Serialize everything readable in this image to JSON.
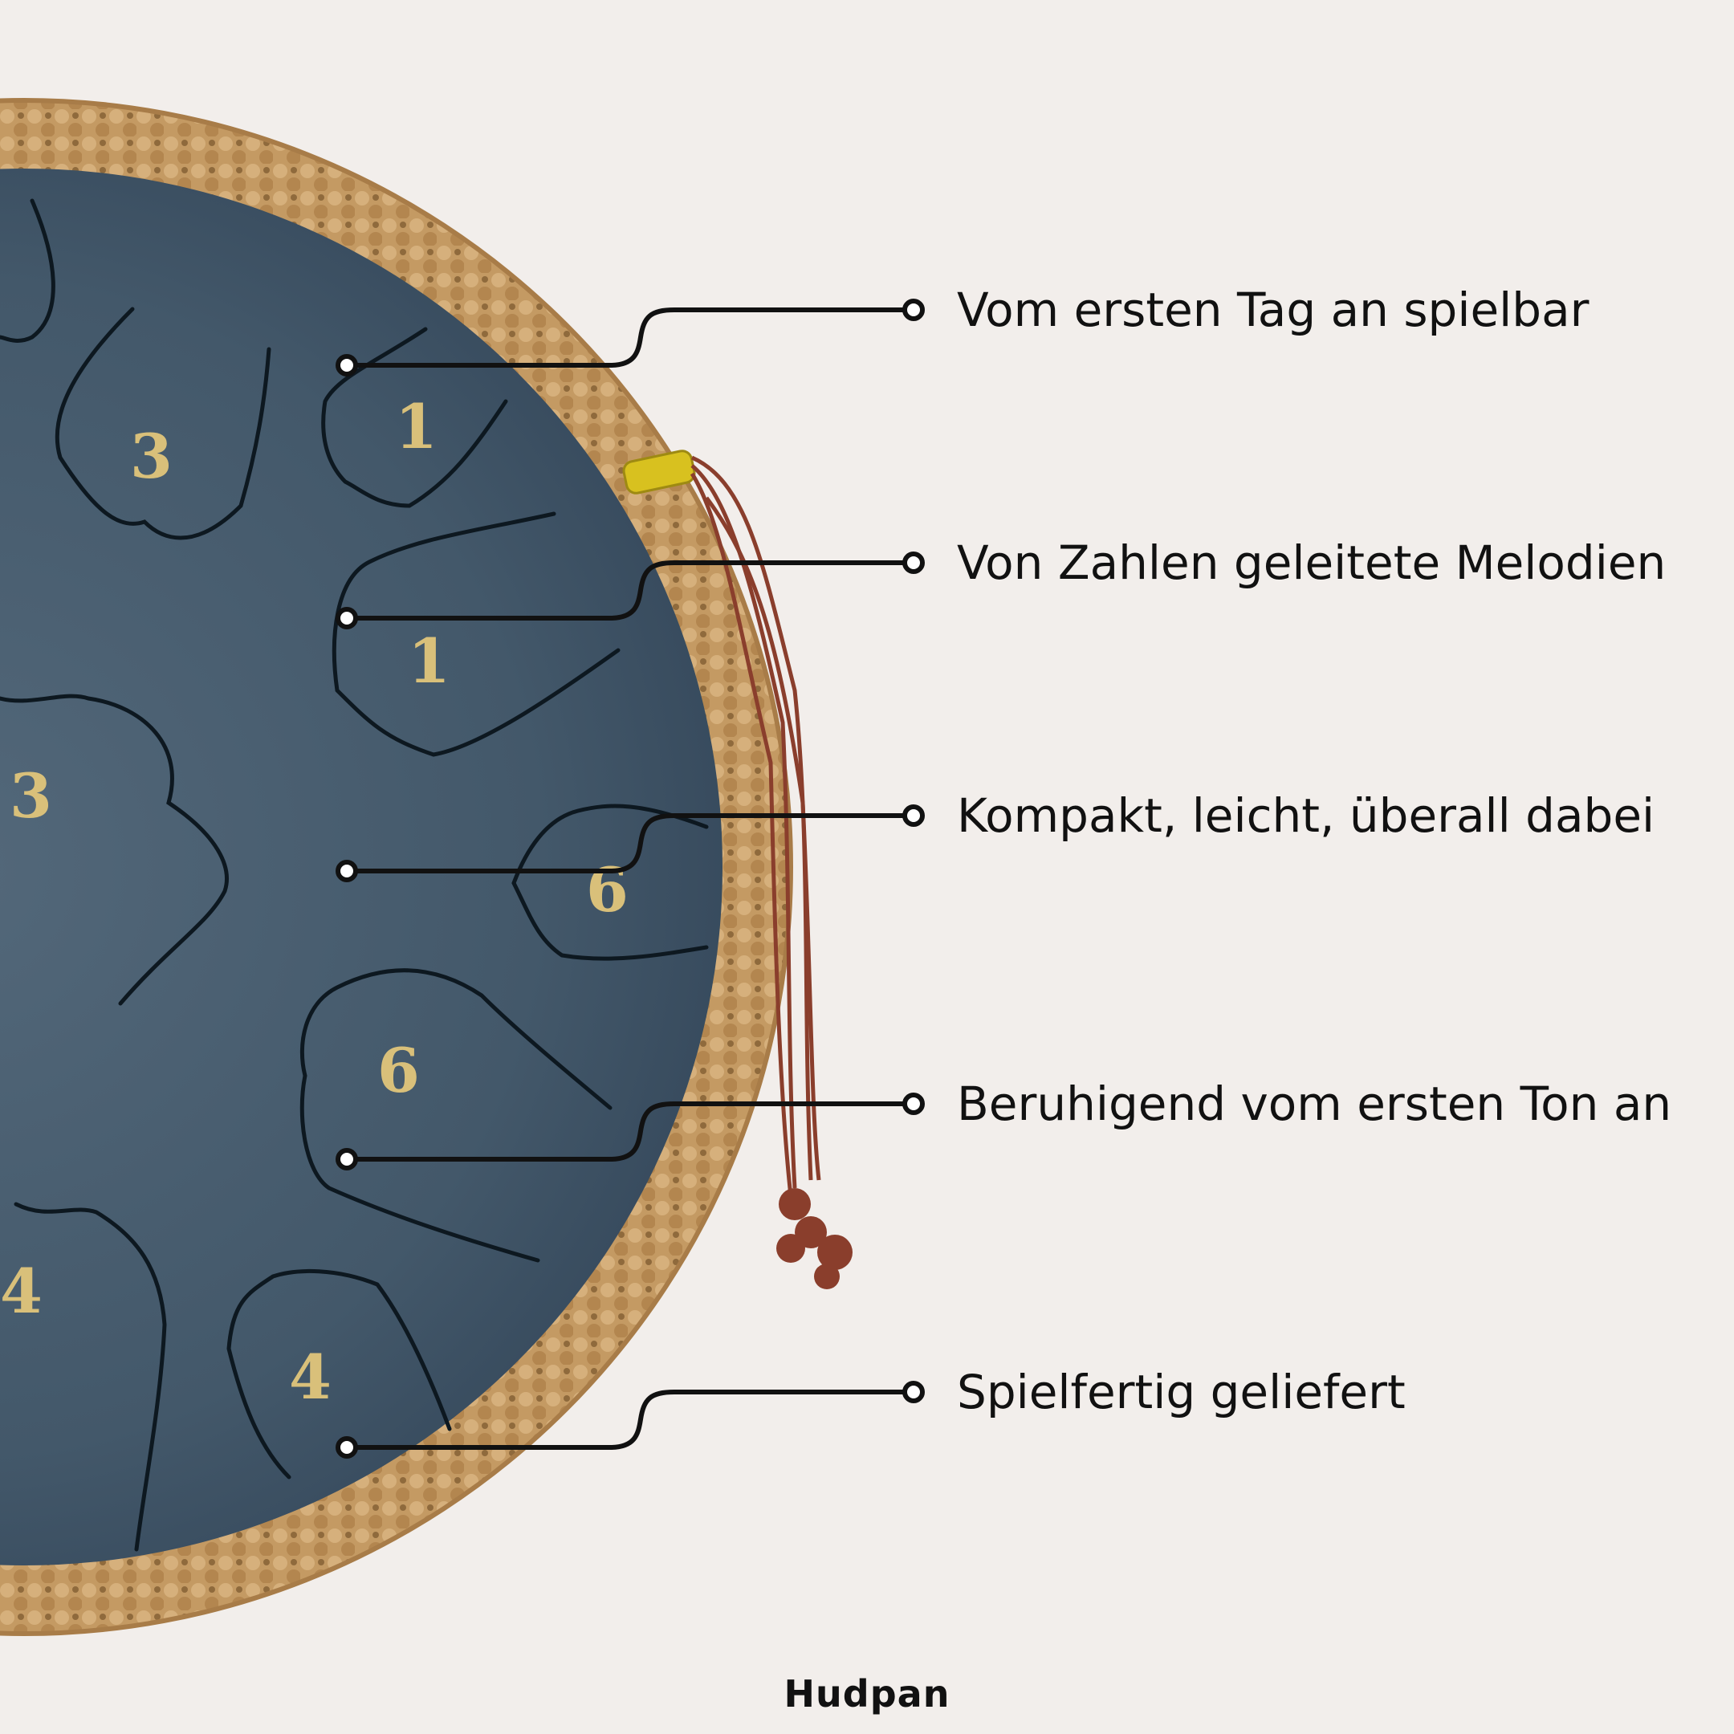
{
  "features": [
    {
      "label": "Vom ersten Tag an spielbar"
    },
    {
      "label": "Von Zahlen geleitete Melodien"
    },
    {
      "label": "Kompakt, leicht, überall dabei"
    },
    {
      "label": "Beruhigend vom ersten Ton an"
    },
    {
      "label": "Spielfertig geliefert"
    }
  ],
  "tongue_numbers": [
    "3",
    "1",
    "1",
    "3",
    "6",
    "6",
    "4",
    "4"
  ],
  "brand": {
    "name": "Hudpan"
  },
  "colors": {
    "background": "#f2eeeb",
    "drum": "#3f5566",
    "jute": "#c49a63",
    "cord": "#8a3e2c",
    "gold_numerals": "#d9c07a",
    "text": "#111111"
  }
}
